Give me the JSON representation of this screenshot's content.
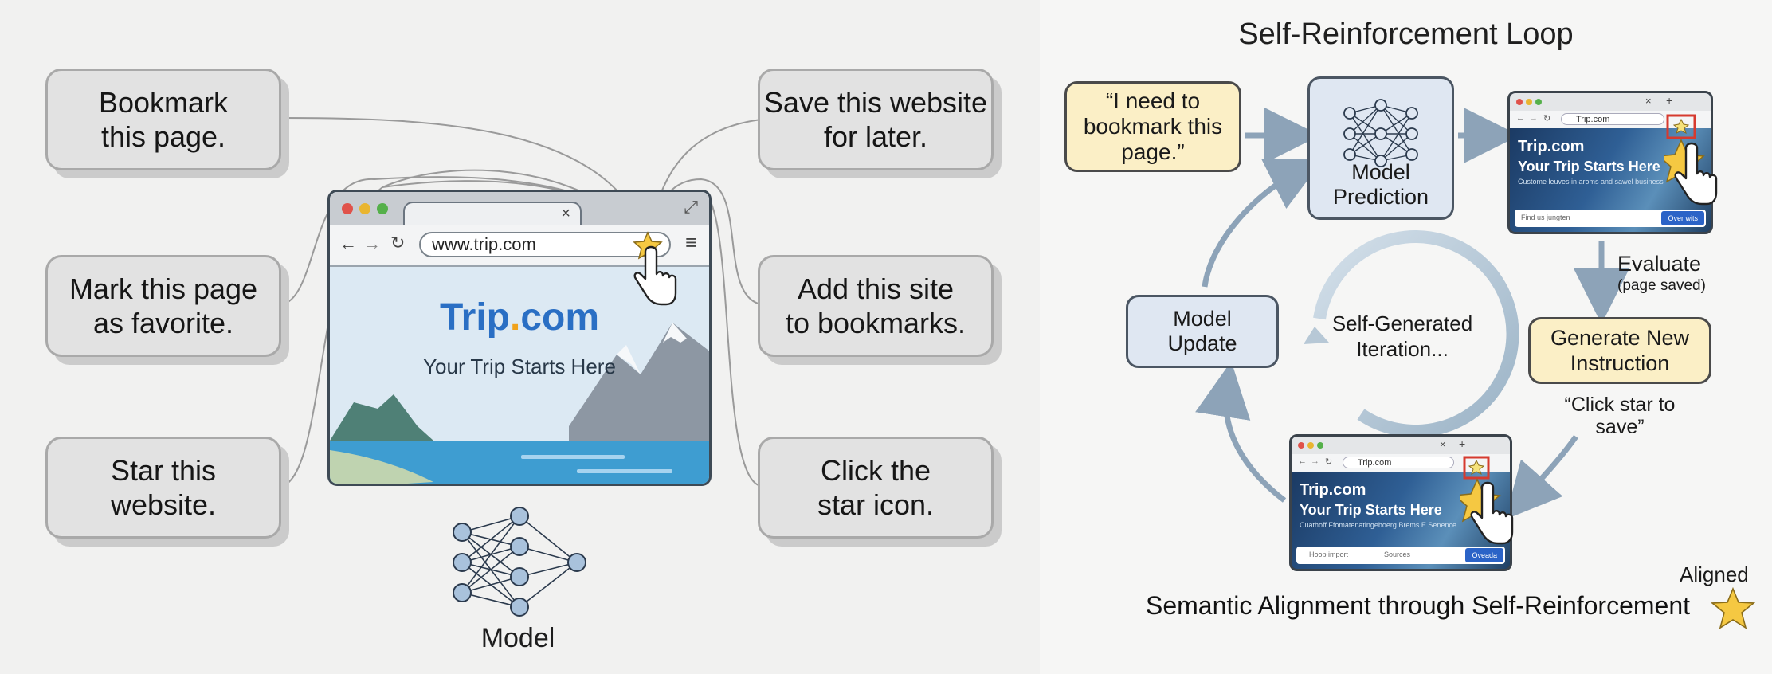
{
  "left": {
    "instructions": [
      "Bookmark\nthis page.",
      "Mark this page\nas favorite.",
      "Star this\nwebsite.",
      "Save this website\nfor later.",
      "Add this site\nto bookmarks.",
      "Click the\nstar icon."
    ],
    "browser": {
      "url": "www.trip.com",
      "brand_part1": "Trip",
      "brand_dot": ".",
      "brand_part2": "com",
      "tagline": "Your Trip Starts Here"
    },
    "model_label": "Model"
  },
  "right": {
    "title": "Self-Reinforcement Loop",
    "instruction_quote": "“I need to\nbookmark this\npage.”",
    "model_prediction": "Model\nPrediction",
    "evaluate": "Evaluate",
    "evaluate_note": "(page saved)",
    "generate_new_instruction": "Generate New\nInstruction",
    "new_instruction_quote": "“Click star to\nsave”",
    "model_update": "Model\nUpdate",
    "cycle_center": "Self-Generated\nIteration...",
    "mini_browser_top": {
      "url": "Trip.com",
      "brand": "Trip.com",
      "tagline": "Your Trip Starts Here",
      "subtitle": "Custome leuves in aroms and sawel business",
      "search_placeholder": "Find us jungten",
      "button": "Over wits"
    },
    "mini_browser_bottom": {
      "url": "Trip.com",
      "brand": "Trip.com",
      "tagline": "Your Trip Starts Here",
      "subtitle": "Cuathoff Ffomatenatingeboerg Brems E Senence",
      "search_1": "Hoop import",
      "search_2": "Sources",
      "button": "Oveada"
    },
    "aligned": "Aligned",
    "footer": "Semantic Alignment through Self-Reinforcement"
  },
  "colors": {
    "box_gray": "#e2e2e2",
    "box_yellow": "#fbefc6",
    "box_blue": "#dfe7f2",
    "brand_blue": "#2a6fc4",
    "brand_orange": "#f0a21b",
    "star_gold": "#f5c842",
    "highlight_red": "#d63a2f",
    "arrow_blue": "#8da3b8"
  },
  "icons": [
    "star-icon",
    "hand-pointer-icon",
    "neural-network-icon",
    "back-arrow-icon",
    "forward-arrow-icon",
    "reload-icon",
    "menu-icon",
    "expand-icon",
    "close-tab-icon"
  ]
}
